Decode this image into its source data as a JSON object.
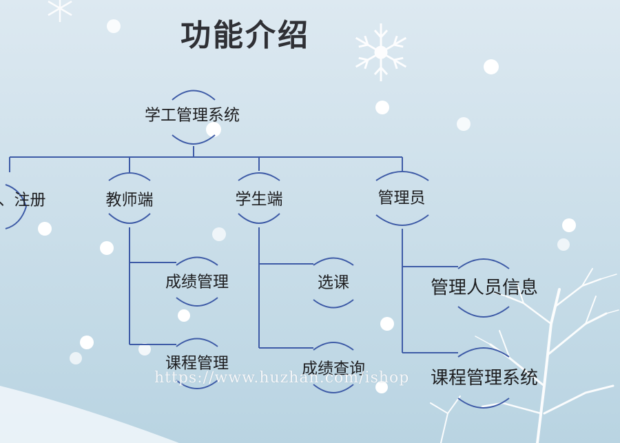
{
  "title": "功能介绍",
  "nodes": {
    "root": "学工管理系统",
    "login": "、注册",
    "teacher": "教师端",
    "student": "学生端",
    "admin": "管理员",
    "teacher_grades": "成绩管理",
    "teacher_courses": "课程管理",
    "student_select": "选课",
    "student_grades": "成绩查询",
    "admin_info": "管理人员信息",
    "admin_courses": "课程管理系统"
  },
  "watermark": "https://www.huzhan.com/ishop",
  "colors": {
    "background_top": "#dce9f1",
    "background_bottom": "#b8d4e2",
    "connector": "#3d5aa6",
    "text": "#1d1d1f"
  },
  "icons": [
    "snowflake-icon",
    "snowflake-small-icon",
    "frosted-tree-icon"
  ]
}
